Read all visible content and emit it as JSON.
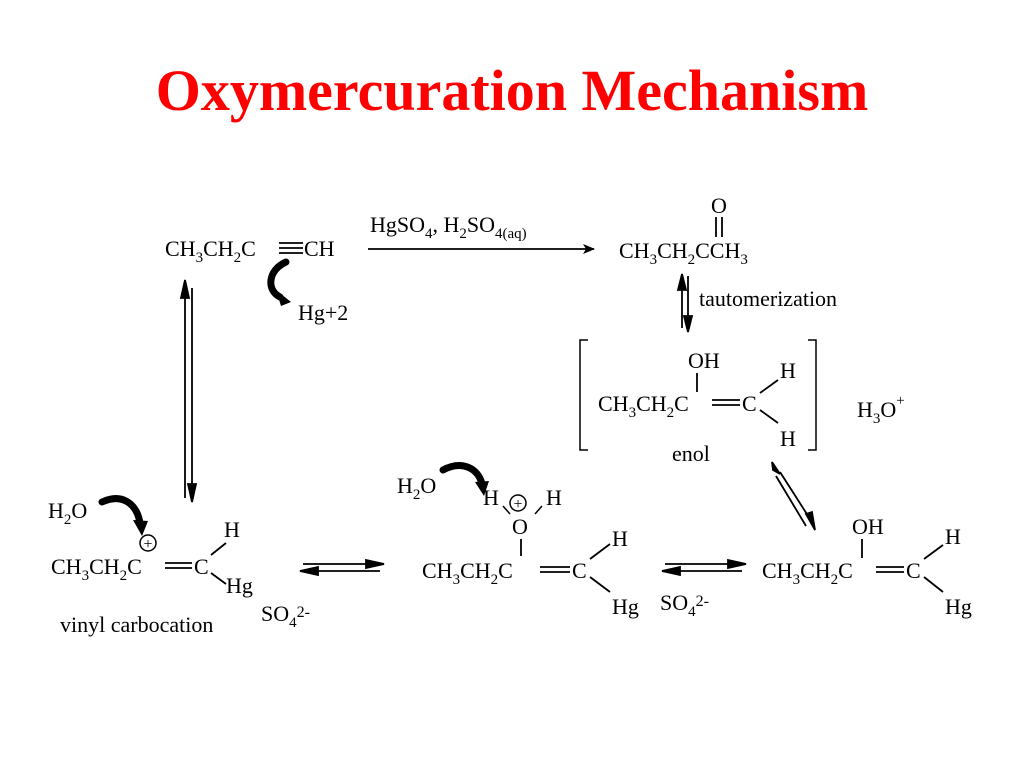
{
  "title": "Oxymercuration Mechanism",
  "title_color": "#ff0000",
  "alkyne": {
    "ch3": "CH",
    "n3": "3",
    "ch2": "CH",
    "n2": "2",
    "c": "C",
    "ch": "CH"
  },
  "mercury_ion": "Hg+2",
  "reagents": {
    "hgso": "HgSO",
    "n4": "4",
    "comma_h": ", H",
    "n2": "2",
    "so": "SO",
    "aq": "4(aq)"
  },
  "ketone": {
    "o": "O",
    "ch3": "CH",
    "n3": "3",
    "ch2": "CH",
    "n2": "2",
    "c": "CCH",
    "n3b": "3"
  },
  "tautomerization_label": "tautomerization",
  "enol": {
    "oh": "OH",
    "h_top": "H",
    "h_bottom": "H",
    "ch3": "CH",
    "n3": "3",
    "ch2": "CH",
    "n2": "2",
    "c1": "C",
    "c2": "C",
    "label": "enol"
  },
  "hydronium": {
    "h": "H",
    "n3": "3",
    "o": "O",
    "plus": "+"
  },
  "carbocation": {
    "water_h": "H",
    "water_2": "2",
    "water_o": "O",
    "charge": "+",
    "h": "H",
    "ch3": "CH",
    "n3": "3",
    "ch2": "CH",
    "n2": "2",
    "c1": "C",
    "c2": "C",
    "hg": "Hg",
    "label": "vinyl carbocation",
    "so": "SO",
    "so_4": "4",
    "so_charge": "2-"
  },
  "oxonium": {
    "water_h": "H",
    "water_2": "2",
    "water_o": "O",
    "h_left": "H",
    "h_right": "H",
    "charge": "+",
    "o": "O",
    "h": "H",
    "ch3": "CH",
    "n3": "3",
    "ch2": "CH",
    "n2": "2",
    "c1": "C",
    "c2": "C",
    "hg": "Hg",
    "so": "SO",
    "so_4": "4",
    "so_charge": "2-"
  },
  "mercury_enol": {
    "oh": "OH",
    "h": "H",
    "ch3": "CH",
    "n3": "3",
    "ch2": "CH",
    "n2": "2",
    "c1": "C",
    "c2": "C",
    "hg": "Hg"
  }
}
